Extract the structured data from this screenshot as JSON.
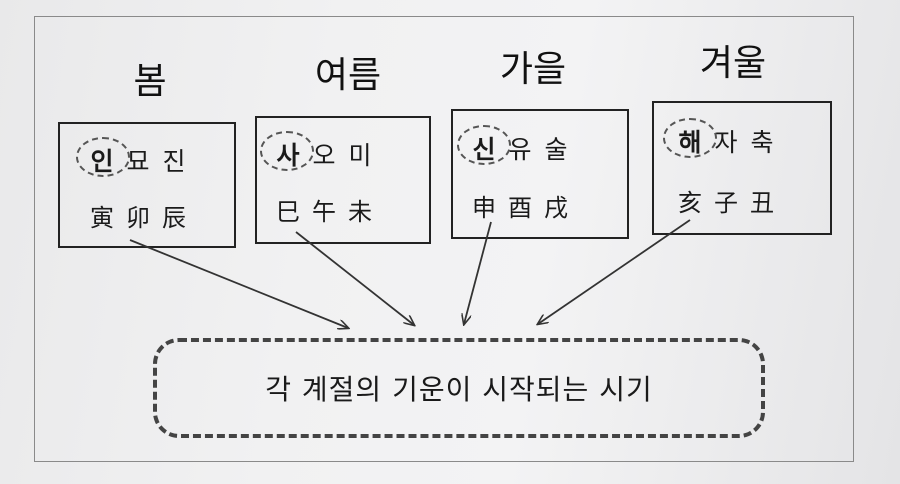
{
  "seasons": [
    {
      "name": "봄",
      "korean": [
        "인",
        "묘",
        "진"
      ],
      "hanja": [
        "寅",
        "卯",
        "辰"
      ]
    },
    {
      "name": "여름",
      "korean": [
        "사",
        "오",
        "미"
      ],
      "hanja": [
        "巳",
        "午",
        "未"
      ]
    },
    {
      "name": "가을",
      "korean": [
        "신",
        "유",
        "술"
      ],
      "hanja": [
        "申",
        "酉",
        "戌"
      ]
    },
    {
      "name": "겨울",
      "korean": [
        "해",
        "자",
        "축"
      ],
      "hanja": [
        "亥",
        "子",
        "丑"
      ]
    }
  ],
  "bottom_label": "각 계절의 기운이 시작되는 시기"
}
